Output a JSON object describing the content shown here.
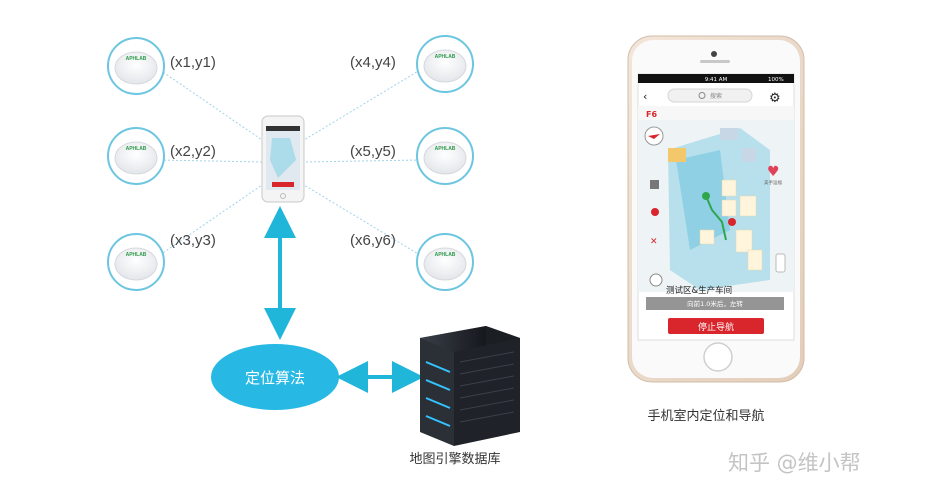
{
  "beacons": [
    {
      "id": "b1",
      "label": "(x1,y1)",
      "brand": "APHLAB"
    },
    {
      "id": "b2",
      "label": "(x2,y2)",
      "brand": "APHLAB"
    },
    {
      "id": "b3",
      "label": "(x3,y3)",
      "brand": "APHLAB"
    },
    {
      "id": "b4",
      "label": "(x4,y4)",
      "brand": "APHLAB"
    },
    {
      "id": "b5",
      "label": "(x5,y5)",
      "brand": "APHLAB"
    },
    {
      "id": "b6",
      "label": "(x6,y6)",
      "brand": "APHLAB"
    }
  ],
  "algorithm": {
    "label": "定位算法"
  },
  "server": {
    "label": "地图引擎数据库"
  },
  "phone": {
    "caption": "手机室内定位和导航",
    "status_time": "9:41 AM",
    "status_battery": "100%",
    "search_placeholder": "搜索",
    "floor": "F6",
    "destination": "测试区&生产车间",
    "direction": "向前1.0米后，左转",
    "stop_button": "停止导航",
    "favorite_label": "美手运福"
  },
  "watermark": "知乎 @维小帮",
  "colors": {
    "beacon_ring": "#6cc6e0",
    "link": "#9fd4ea",
    "arrow": "#1fb6d9",
    "algo_fill": "#27b9e4",
    "stop": "#d9262c"
  }
}
